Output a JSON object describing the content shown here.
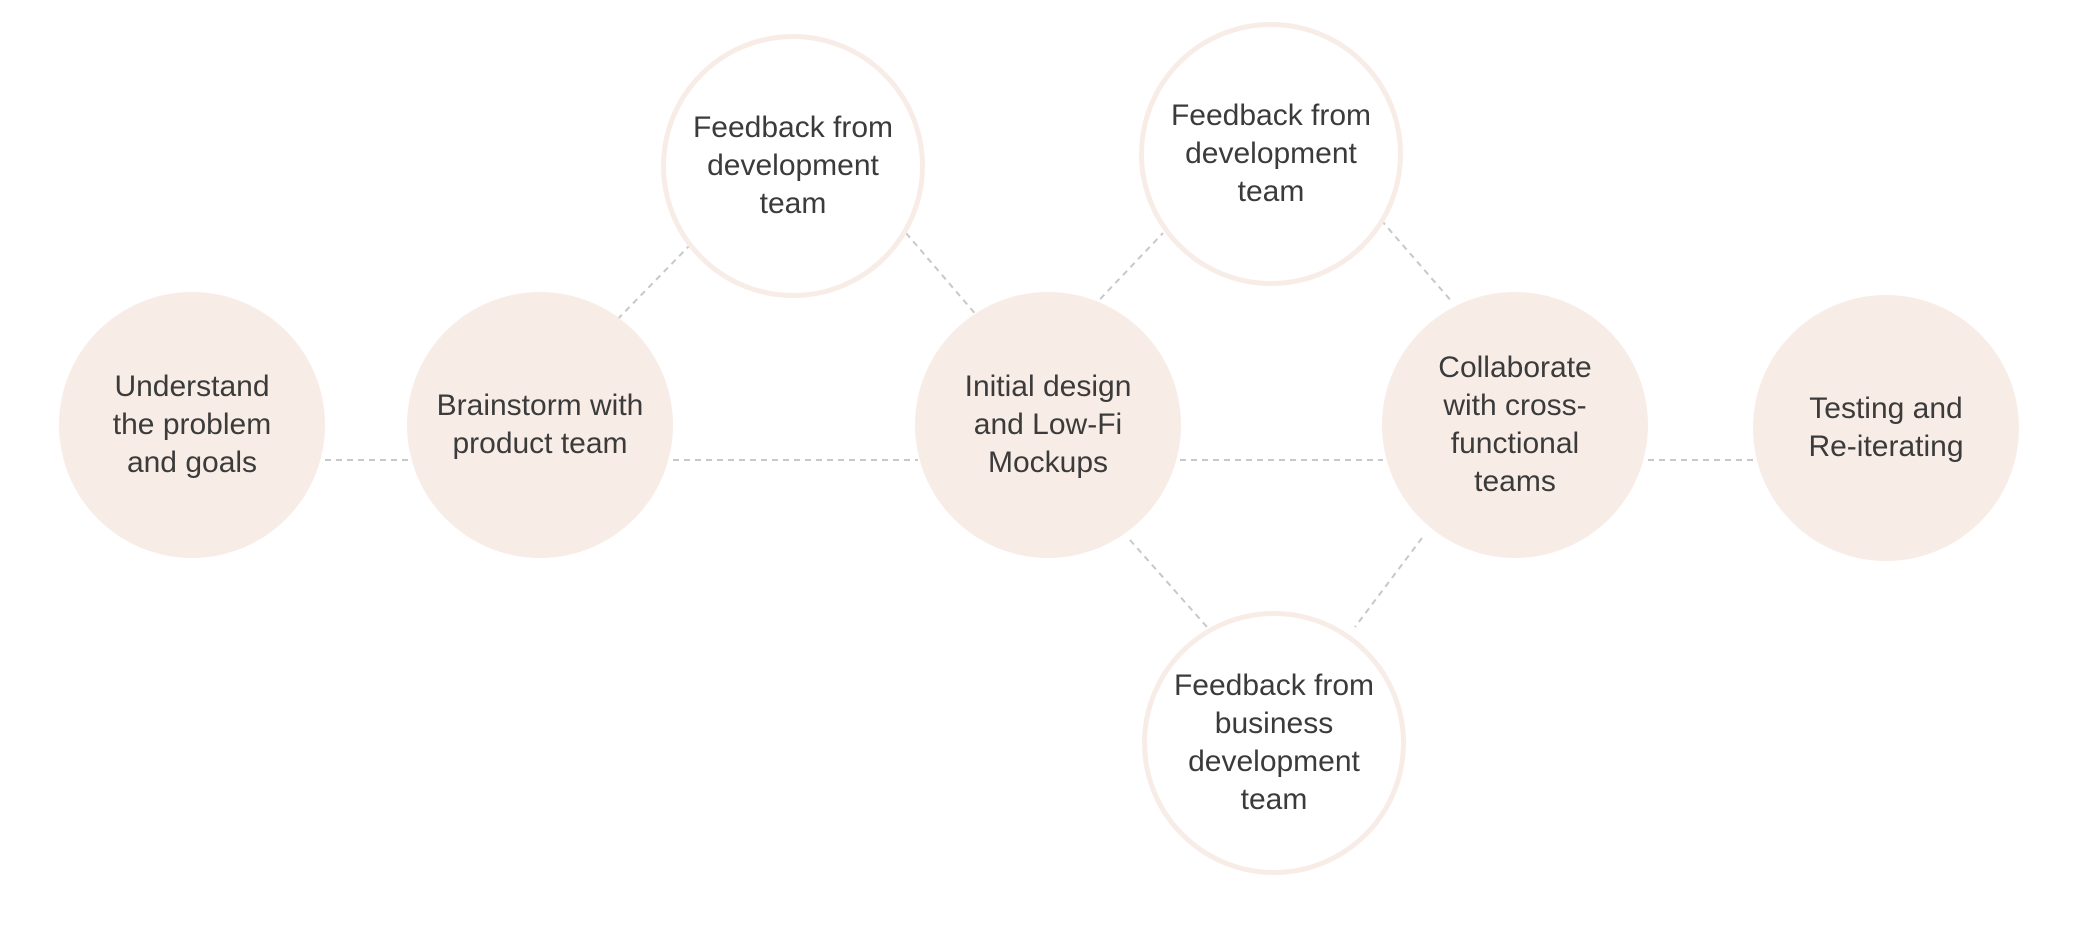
{
  "diagram": {
    "steps": [
      {
        "id": "understand",
        "label": "Understand the problem and goals",
        "style": "filled"
      },
      {
        "id": "brainstorm",
        "label": "Brainstorm with product team",
        "style": "filled"
      },
      {
        "id": "initial-design",
        "label": "Initial design and Low-Fi Mockups",
        "style": "filled"
      },
      {
        "id": "collaborate",
        "label": "Collaborate with cross-functional teams",
        "style": "filled"
      },
      {
        "id": "testing",
        "label": "Testing and Re-iterating",
        "style": "filled"
      }
    ],
    "feedback": [
      {
        "id": "feedback-dev-1",
        "label": "Feedback from development team",
        "style": "outline"
      },
      {
        "id": "feedback-dev-2",
        "label": "Feedback from development team",
        "style": "outline"
      },
      {
        "id": "feedback-bizdev",
        "label": "Feedback from business development team",
        "style": "outline"
      }
    ],
    "edges": [
      [
        "understand",
        "brainstorm"
      ],
      [
        "brainstorm",
        "initial-design"
      ],
      [
        "initial-design",
        "collaborate"
      ],
      [
        "collaborate",
        "testing"
      ],
      [
        "brainstorm",
        "feedback-dev-1"
      ],
      [
        "feedback-dev-1",
        "initial-design"
      ],
      [
        "initial-design",
        "feedback-dev-2"
      ],
      [
        "feedback-dev-2",
        "collaborate"
      ],
      [
        "initial-design",
        "feedback-bizdev"
      ],
      [
        "feedback-bizdev",
        "collaborate"
      ]
    ],
    "colors": {
      "node_fill": "#f8ece6",
      "node_border": "#f8ece6",
      "text": "#3b3b3b",
      "connector": "#c8c8c8",
      "background": "#ffffff"
    }
  }
}
